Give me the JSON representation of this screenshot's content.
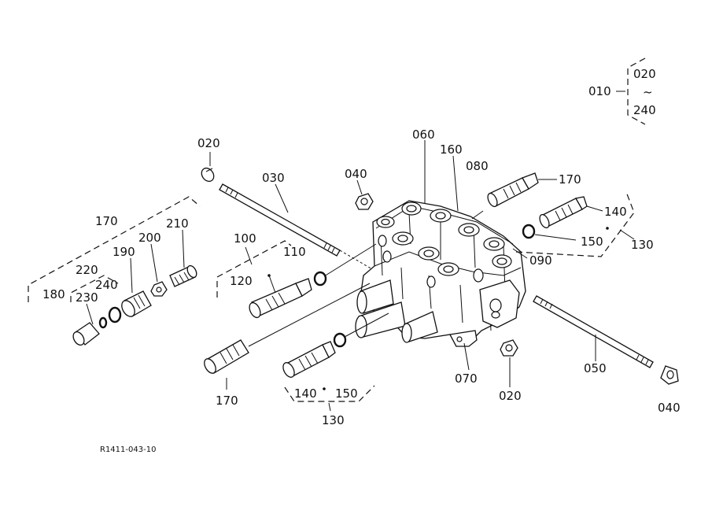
{
  "labels": {
    "l010": "010",
    "l020_top": "020",
    "tilde": "~",
    "l240_top": "240",
    "l020_bolt": "020",
    "l030": "030",
    "l040_top": "040",
    "l060": "060",
    "l160": "160",
    "l080": "080",
    "l170_right": "170",
    "l140_right": "140",
    "l150_right": "150",
    "l130_right": "130",
    "l090": "090",
    "l170_left": "170",
    "l200": "200",
    "l210": "210",
    "l190": "190",
    "l220": "220",
    "l240_left": "240",
    "l180": "180",
    "l230": "230",
    "l100": "100",
    "l110": "110",
    "l120": "120",
    "l170_bottom": "170",
    "l140_bottom": "140",
    "l150_bottom": "150",
    "l130_bottom": "130",
    "l070": "070",
    "l020_bottom": "020",
    "l050": "050",
    "l040_bottom": "040"
  },
  "figure_ref": "R1411-043-10"
}
